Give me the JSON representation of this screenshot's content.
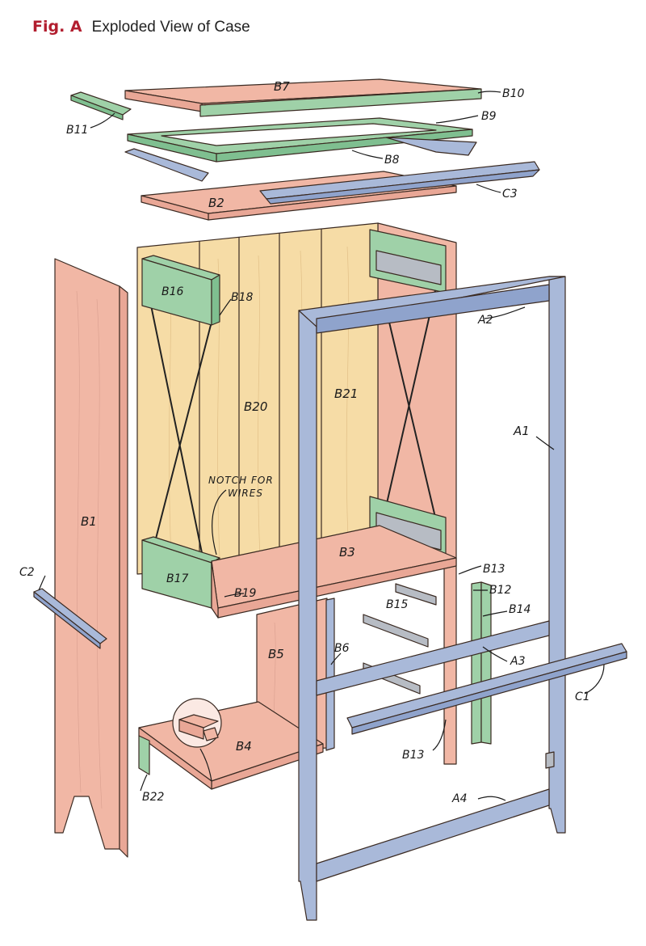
{
  "figure": {
    "number": "Fig. A",
    "title": "Exploded View of Case"
  },
  "labels": {
    "B7": "B7",
    "B10": "B10",
    "B11": "B11",
    "B9": "B9",
    "B8": "B8",
    "B2": "B2",
    "C3": "C3",
    "B16": "B16",
    "B18": "B18",
    "A2": "A2",
    "B20": "B20",
    "B21": "B21",
    "A1": "A1",
    "B1": "B1",
    "notch_line1": "NOTCH FOR",
    "notch_line2": "WIRES",
    "B3": "B3",
    "B13_top": "B13",
    "C2": "C2",
    "B17": "B17",
    "B19": "B19",
    "B12": "B12",
    "B15": "B15",
    "B14": "B14",
    "B5": "B5",
    "B6": "B6",
    "A3": "A3",
    "C1": "C1",
    "B4": "B4",
    "B13_bottom": "B13",
    "B22": "B22",
    "A4": "A4"
  },
  "colors": {
    "fig_number": "#b21e2f",
    "plywood": "#f1b7a5",
    "back_panel": "#f6dca6",
    "cleats": "#9fd1a8",
    "door_frame": "#a9b9d9",
    "hardware": "#b7bcc4"
  }
}
